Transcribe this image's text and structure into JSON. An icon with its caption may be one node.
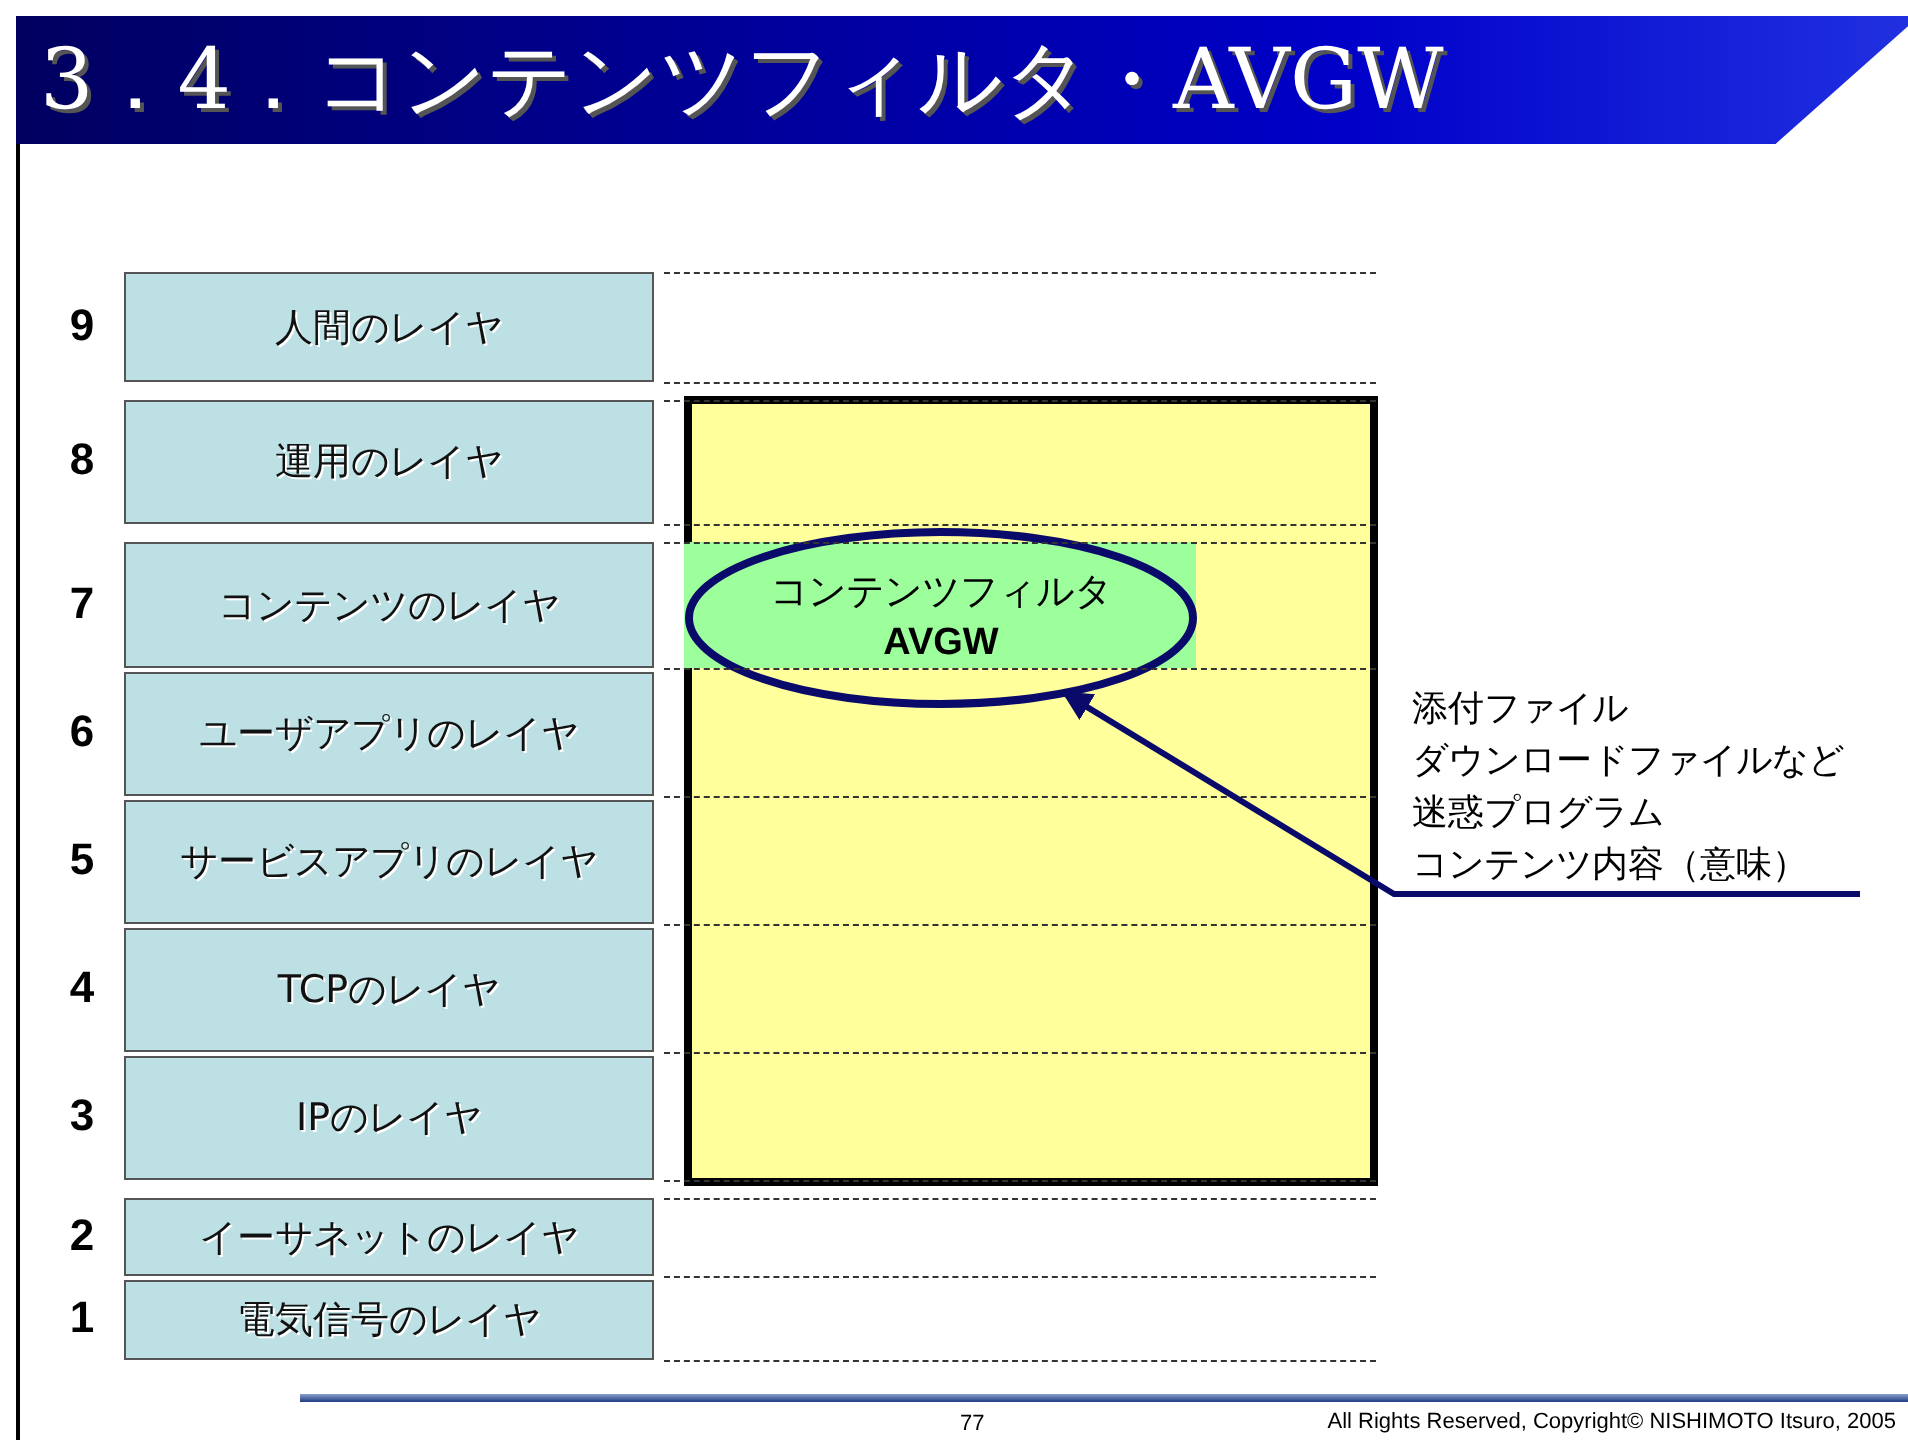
{
  "diagram": {
    "title": "3．4．コンテンツフィルタ・AVGW",
    "nodes": [
      {
        "text": [
          "人間のレイヤ"
        ],
        "beside": [
          "9"
        ]
      },
      {
        "text": [
          "運用のレイヤ"
        ],
        "beside": [
          "8"
        ]
      },
      {
        "text": [
          "コンテンツのレイヤ"
        ],
        "beside": [
          "7"
        ]
      },
      {
        "text": [
          "ユーザアプリのレイヤ"
        ],
        "beside": [
          "6"
        ]
      },
      {
        "text": [
          "サービスアプリのレイヤ"
        ],
        "beside": [
          "5"
        ]
      },
      {
        "text": [
          "TCPのレイヤ"
        ],
        "beside": [
          "4"
        ]
      },
      {
        "text": [
          "IPのレイヤ"
        ],
        "beside": [
          "3"
        ]
      },
      {
        "text": [
          "イーサネットのレイヤ"
        ],
        "beside": [
          "2"
        ]
      },
      {
        "text": [
          "電気信号のレイヤ"
        ],
        "beside": [
          "1"
        ]
      },
      {
        "text": [],
        "shape": "box"
      },
      {
        "text": [
          "コンテンツフィルタ",
          "AVGW"
        ],
        "in": 9
      },
      {
        "text": [
          "添付ファイル",
          "ダウンロードファイルなど",
          "迷惑プログラム",
          "コンテンツ内容（意味）"
        ]
      }
    ],
    "edges": [
      {
        "from": 11,
        "to": 10,
        "arrow": "to"
      }
    ],
    "labels": [
      "77",
      "All Rights Reserved, Copyright© NISHIMOTO Itsuro, 2005"
    ]
  }
}
